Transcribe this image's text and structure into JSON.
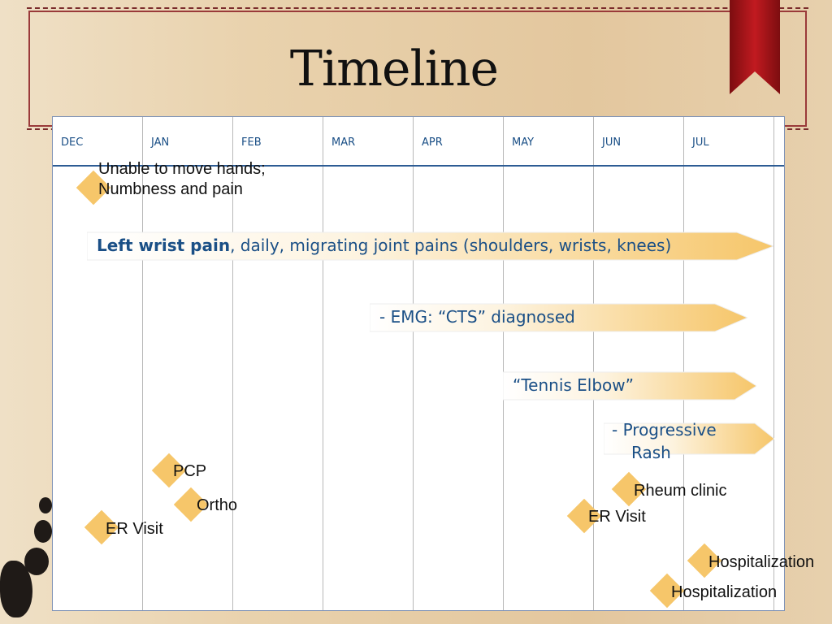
{
  "title": "Timeline",
  "months": [
    "DEC",
    "JAN",
    "FEB",
    "MAR",
    "APR",
    "MAY",
    "JUN",
    "JUL"
  ],
  "events": {
    "unable_line1": "Unable to move hands;",
    "unable_line2": "Numbness and pain",
    "pcp": "PCP",
    "ortho": "Ortho",
    "er_visit_1": "ER Visit",
    "rheum_clinic": "Rheum clinic",
    "er_visit_2": "ER Visit",
    "hospitalization_1": "Hospitalization",
    "hospitalization_2": "Hospitalization"
  },
  "bars": {
    "wrist_bold": "Left wrist pain",
    "wrist_rest": ", daily, migrating joint pains (shoulders, wrists, knees)",
    "emg": "- EMG: “CTS” diagnosed",
    "tennis": "“Tennis Elbow”",
    "rash_line1": "- Progressive",
    "rash_line2": "Rash"
  },
  "colors": {
    "accent": "#f6c66a",
    "month_text": "#1a4f86",
    "frame": "#9a3a3a",
    "ribbon": "#b3171d"
  }
}
